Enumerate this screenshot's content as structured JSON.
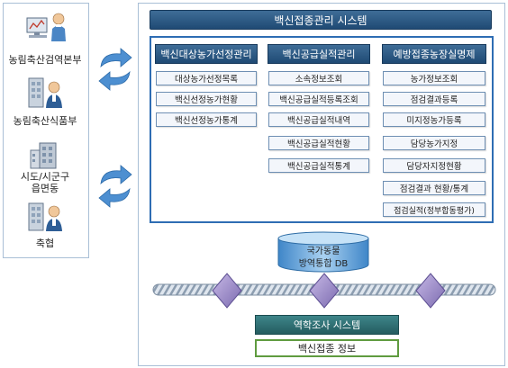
{
  "left_panel": {
    "entities": [
      {
        "label": "농림축산검역본부",
        "icon": "user-at-computer-icon"
      },
      {
        "label": "농림축산식품부",
        "icon": "user-at-building-icon"
      },
      {
        "label": "시도/시군구\n읍면동",
        "icon": "building-icon"
      },
      {
        "label": "축협",
        "icon": "user-at-building-icon"
      }
    ]
  },
  "system": {
    "title": "백신접종관리 시스템",
    "columns": [
      {
        "header": "백신대상농가선정관리",
        "items": [
          "대상농가선정목록",
          "백신선정농가현황",
          "백신선정농가통계"
        ]
      },
      {
        "header": "백신공급실적관리",
        "items": [
          "소속정보조회",
          "백신공급실적등록조회",
          "백신공급실적내역",
          "백신공급실적현황",
          "백신공급실적통계"
        ]
      },
      {
        "header": "예방접종농장실명제",
        "items": [
          "농가정보조회",
          "점검결과등록",
          "미지정농가등록",
          "담당농가지정",
          "담당자지정현황",
          "점검결과 현황/통계",
          "점검실적(정부합동평가)"
        ]
      }
    ]
  },
  "database": {
    "line1": "국가동물",
    "line2": "방역통합 DB"
  },
  "bottom": {
    "system_label": "역학조사 시스템",
    "info_label": "백신접종 정보"
  },
  "colors": {
    "header_blue": "#1f4a74",
    "bottom_teal": "#2a6a6e",
    "info_border": "#5f9b3f",
    "db_blue": "#6aa9e0"
  }
}
